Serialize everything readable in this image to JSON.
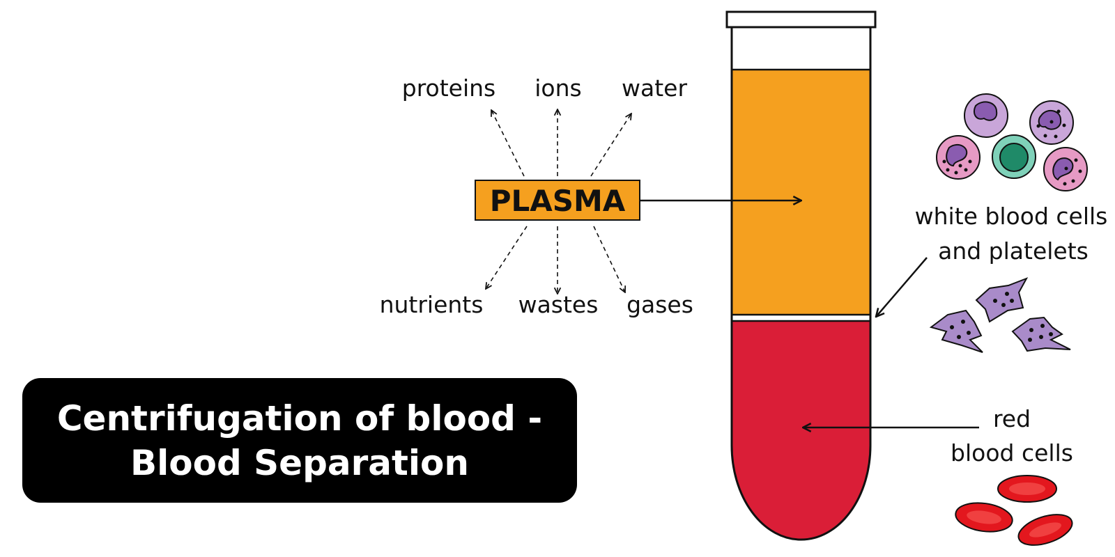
{
  "title": {
    "line1": "Centrifugation of blood -",
    "line2": "Blood Separation"
  },
  "plasma": {
    "label": "PLASMA",
    "components_top": [
      "proteins",
      "ions",
      "water"
    ],
    "components_bottom": [
      "nutrients",
      "wastes",
      "gases"
    ]
  },
  "labels": {
    "wbc_line1": "white blood cells",
    "wbc_line2": "and platelets",
    "rbc_line1": "red",
    "rbc_line2": "blood cells"
  },
  "colors": {
    "plasma": "#f5a01f",
    "red_cells": "#da1e37",
    "wbc_light": "#c9a6d9",
    "wbc_nucleus": "#8a5cb0",
    "wbc_pink": "#e69ac4",
    "wbc_green": "#2fa884",
    "platelet": "#a98bc9",
    "rbc": "#e3171e",
    "title_bg": "#000000"
  }
}
